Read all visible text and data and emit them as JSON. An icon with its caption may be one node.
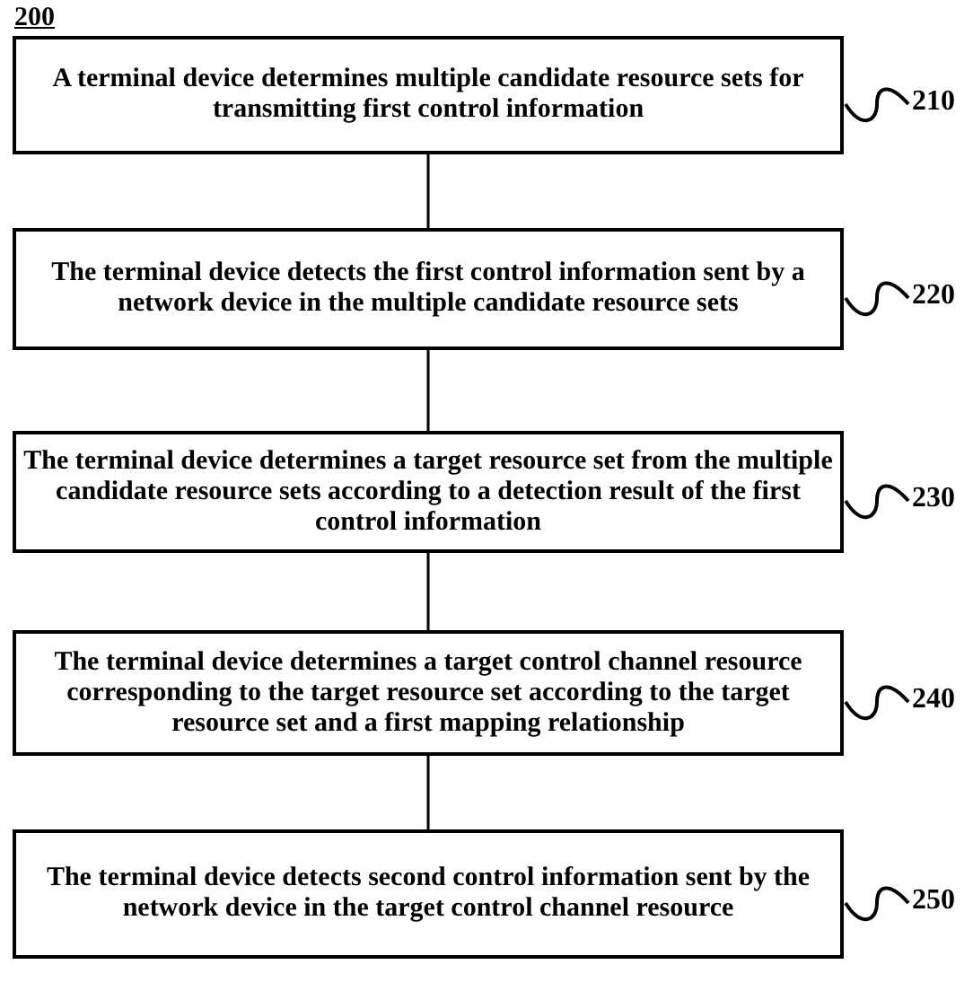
{
  "diagram": {
    "title": "200",
    "nodes": [
      {
        "text": [
          "A terminal device determines multiple candidate resource sets for transmitting first control information"
        ]
      },
      {
        "text": [
          "The terminal device detects the first control information sent by a network device in the multiple candidate resource sets"
        ]
      },
      {
        "text": [
          "The terminal device determines a target resource set from the multiple candidate resource sets according to a detection result of the first control information"
        ]
      },
      {
        "text": [
          "The terminal device determines a target control channel resource corresponding to the target resource set according to the target resource set and a first mapping relationship"
        ]
      },
      {
        "text": [
          "The terminal device detects second control information sent by the network device in the target control channel resource"
        ]
      },
      {
        "text": [
          "210"
        ]
      },
      {
        "text": [
          "220"
        ]
      },
      {
        "text": [
          "230"
        ]
      },
      {
        "text": [
          "240"
        ]
      },
      {
        "text": [
          "250"
        ]
      }
    ],
    "edges": [
      {
        "from": 0,
        "to": 1,
        "arrow": "none"
      },
      {
        "from": 1,
        "to": 2,
        "arrow": "none"
      },
      {
        "from": 2,
        "to": 3,
        "arrow": "none"
      },
      {
        "from": 3,
        "to": 4,
        "arrow": "none"
      },
      {
        "from": 5,
        "to": 0,
        "arrow": "none"
      },
      {
        "from": 6,
        "to": 1,
        "arrow": "none"
      },
      {
        "from": 7,
        "to": 2,
        "arrow": "none"
      },
      {
        "from": 8,
        "to": 3,
        "arrow": "none"
      },
      {
        "from": 9,
        "to": 4,
        "arrow": "none"
      }
    ]
  }
}
